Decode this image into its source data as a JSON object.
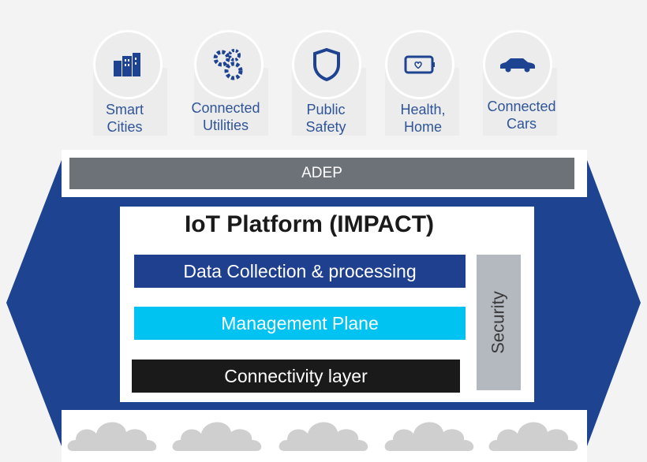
{
  "use_cases": [
    {
      "label": "Smart\nCities",
      "icon": "city-buildings-icon"
    },
    {
      "label": "Connected\nUtilities",
      "icon": "gears-icon"
    },
    {
      "label": "Public\nSafety",
      "icon": "shield-icon"
    },
    {
      "label": "Health,\nHome",
      "icon": "health-device-icon"
    },
    {
      "label": "Connected\nCars",
      "icon": "car-icon"
    }
  ],
  "adep_label": "ADEP",
  "platform": {
    "title": "IoT Platform (IMPACT)",
    "layers": [
      {
        "label": "Data Collection & processing",
        "color": "#1f3f8f",
        "text_color": "#ffffff"
      },
      {
        "label": "Management Plane",
        "color": "#00c3f2",
        "text_color": "#ffffff"
      },
      {
        "label": "Connectivity layer",
        "color": "#1a1a1a",
        "text_color": "#ffffff"
      }
    ],
    "security_label": "Security"
  },
  "colors": {
    "arrow_blue": "#1e4391",
    "adep_gray": "#6d7278",
    "label_blue": "#2f5597",
    "icon_blue": "#1e4391",
    "cloud_gray": "#cfcfcf"
  },
  "cloud_icons": [
    "cloud-icon",
    "cloud-icon",
    "cloud-icon",
    "cloud-icon",
    "cloud-icon"
  ]
}
